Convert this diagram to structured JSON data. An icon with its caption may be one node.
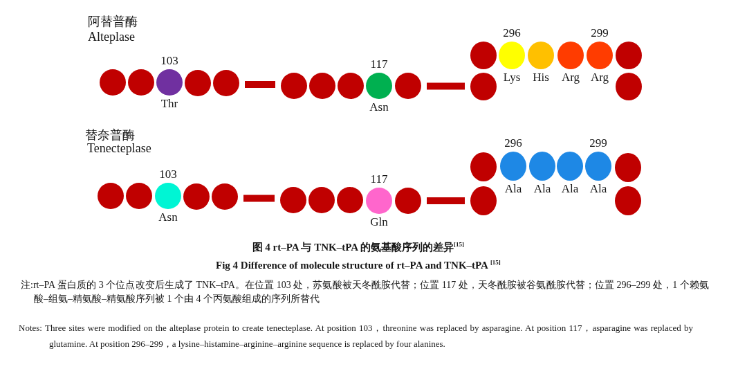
{
  "diagram": {
    "caption": "图 4 rt–PA 与 TNK–tPA 的氨基酸序列的差异$^{[15]}$",
    "nodes": [
      {
        "text": [],
        "shape": "circle"
      },
      {
        "text": [],
        "shape": "circle"
      },
      {
        "text": [],
        "shape": "circle",
        "beside": [
          "103",
          "Thr"
        ]
      },
      {
        "text": [],
        "shape": "circle"
      },
      {
        "text": [],
        "shape": "circle"
      },
      {
        "text": [],
        "shape": "circle"
      },
      {
        "text": [],
        "shape": "circle"
      },
      {
        "text": [],
        "shape": "circle"
      },
      {
        "text": [],
        "shape": "circle",
        "beside": [
          "117",
          "Asn"
        ]
      },
      {
        "text": [],
        "shape": "circle"
      },
      {
        "text": [],
        "shape": "circle"
      },
      {
        "text": [],
        "shape": "circle",
        "beside": [
          "296",
          "Lys"
        ]
      },
      {
        "text": [],
        "shape": "circle",
        "beside": [
          "His"
        ]
      },
      {
        "text": [],
        "shape": "circle",
        "beside": [
          "Arg"
        ]
      },
      {
        "text": [],
        "shape": "circle",
        "beside": [
          "299",
          "Arg"
        ]
      },
      {
        "text": [],
        "shape": "circle"
      },
      {
        "text": [],
        "shape": "circle"
      },
      {
        "text": [],
        "shape": "circle"
      },
      {
        "text": [],
        "shape": "circle"
      },
      {
        "text": [],
        "shape": "circle"
      },
      {
        "text": [],
        "shape": "circle",
        "beside": [
          "103",
          "Asn"
        ]
      },
      {
        "text": [],
        "shape": "circle"
      },
      {
        "text": [],
        "shape": "circle"
      },
      {
        "text": [],
        "shape": "circle"
      },
      {
        "text": [],
        "shape": "circle"
      },
      {
        "text": [],
        "shape": "circle"
      },
      {
        "text": [],
        "shape": "circle",
        "beside": [
          "117",
          "Gln"
        ]
      },
      {
        "text": [],
        "shape": "circle"
      },
      {
        "text": [],
        "shape": "circle"
      },
      {
        "text": [],
        "shape": "circle",
        "beside": [
          "296",
          "Ala"
        ]
      },
      {
        "text": [],
        "shape": "circle",
        "beside": [
          "Ala"
        ]
      },
      {
        "text": [],
        "shape": "circle",
        "beside": [
          "Ala"
        ]
      },
      {
        "text": [],
        "shape": "circle",
        "beside": [
          "299",
          "Ala"
        ]
      },
      {
        "text": [],
        "shape": "circle"
      },
      {
        "text": [],
        "shape": "circle"
      },
      {
        "text": [],
        "shape": "circle"
      }
    ],
    "edges": [
      {
        "from": 4,
        "to": 5,
        "arrow": "none"
      },
      {
        "from": 9,
        "to": 16,
        "arrow": "none"
      },
      {
        "from": 22,
        "to": 23,
        "arrow": "none"
      },
      {
        "from": 27,
        "to": 34,
        "arrow": "none"
      }
    ],
    "labels": [
      "阿替普酶",
      "Alteplase",
      "替奈普酶",
      "Tenecteplase",
      "Fig 4 Difference of molecule structure of rt–PA and TNK–tPA $^{[15]}$",
      "注:rt–PA 蛋白质的 3 个位点改变后生成了 TNK–tPA。在位置 103 处，苏氨酸被天冬酰胺代替；位置 117 处，天冬酰胺被谷氨酰胺代替；位置 296–299 处，1 个赖氨酸–组氨–精氨酸–精氨酸序列被 1 个由 4 个丙氨酸组成的序列所替代",
      "Notes: Three sites were modified on the alteplase protein to create tenecteplase. At position 103，threonine was replaced by asparagine. At position 117，asparagine was replaced by glutamine. At position 296–299，a lysine–histamine–arginine–arginine sequence is replaced by four alanines."
    ]
  }
}
